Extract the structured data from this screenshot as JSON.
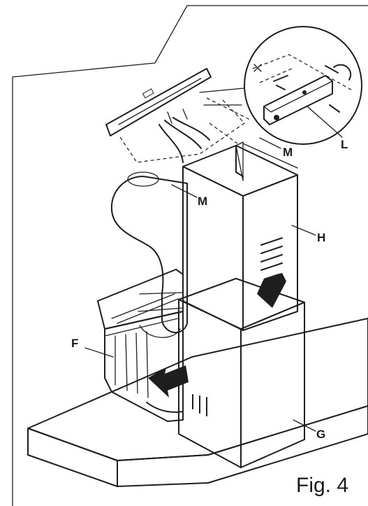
{
  "labels": {
    "L": "L",
    "M_upper": "M",
    "M_lower": "M",
    "H": "H",
    "F": "F",
    "G": "G"
  },
  "caption": "Fig. 4",
  "colors": {
    "ink": "#1e1e1e",
    "paper": "#ffffff",
    "shade_light": "#d9d9d9",
    "shade_mid": "#bdbdbd",
    "shade_dark": "#8f8f8f"
  }
}
